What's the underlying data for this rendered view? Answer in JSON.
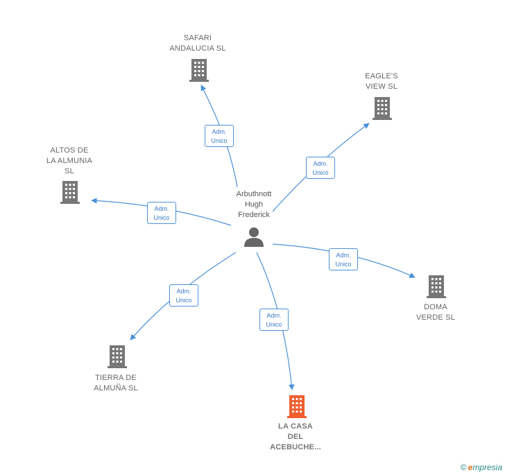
{
  "colors": {
    "edge": "#4a90d9",
    "building": "#777777",
    "building_highlight": "#f06030",
    "person": "#666666"
  },
  "person": {
    "name": "Arbuthnott\nHugh\nFrederick",
    "icon": "person-icon"
  },
  "companies": [
    {
      "id": "safari",
      "name": "SAFARI\nANDALUCIA SL",
      "icon": "building-icon",
      "highlight": false
    },
    {
      "id": "eagles",
      "name": "EAGLE'S\nVIEW SL",
      "icon": "building-icon",
      "highlight": false
    },
    {
      "id": "altos",
      "name": "ALTOS DE\nLA ALMUNIA\nSL",
      "icon": "building-icon",
      "highlight": false
    },
    {
      "id": "doma",
      "name": "DOMA\nVERDE SL",
      "icon": "building-icon",
      "highlight": false
    },
    {
      "id": "tierra",
      "name": "TIERRA DE\nALMUÑA SL",
      "icon": "building-icon",
      "highlight": false
    },
    {
      "id": "lacasa",
      "name": "LA CASA\nDEL\nACEBUCHE...",
      "icon": "building-icon",
      "highlight": true
    }
  ],
  "edges": [
    {
      "to": "safari",
      "label": "Adm.\nUnico"
    },
    {
      "to": "eagles",
      "label": "Adm.\nUnico"
    },
    {
      "to": "altos",
      "label": "Adm.\nUnico"
    },
    {
      "to": "doma",
      "label": "Adm.\nUnico"
    },
    {
      "to": "tierra",
      "label": "Adm.\nUnico"
    },
    {
      "to": "lacasa",
      "label": "Adm.\nUnico"
    }
  ],
  "footer": {
    "copyright": "©",
    "brand_first": "e",
    "brand_rest": "mpresia"
  }
}
